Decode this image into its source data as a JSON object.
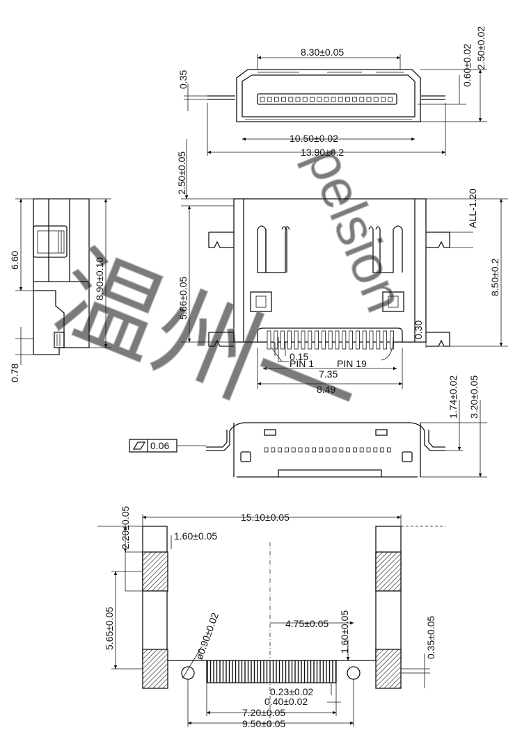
{
  "views": {
    "front": {
      "dims": {
        "width_830": "8.30±0.05",
        "height_250": "2.50±0.02",
        "opening_060": "0.60±0.02",
        "pin_035": "0.35",
        "inner_1050": "10.50±0.02",
        "overall_1390": "13.90±0.2"
      }
    },
    "top": {
      "dims": {
        "offset_250": "2.50±0.05",
        "all_120": "ALL-1.20",
        "body_566": "5.66±0.05",
        "depth_850": "8.50±0.2",
        "tail_030": "0.30",
        "pitch_015": "0.15",
        "span_735": "7.35",
        "span_849": "8.49"
      },
      "labels": {
        "pin1": "PIN 1",
        "pin19": "PIN 19"
      }
    },
    "side": {
      "dims": {
        "h_660": "6.60",
        "len_890": "8.90±0.10",
        "lead_078": "0.78"
      }
    },
    "bottom": {
      "dims": {
        "h_174": "1.74±0.02",
        "h_320": "3.20±0.05"
      },
      "flatness": {
        "symbol": "flatness-parallelogram",
        "value": "0.06"
      }
    },
    "footprint": {
      "dims": {
        "overall_1510": "15.10±0.05",
        "pad_220": "2.20±0.05",
        "pad_160": "1.60±0.05",
        "pitch_565": "5.65±0.05",
        "hole_090": "ø0.90±0.02",
        "center_475": "4.75±0.05",
        "pad_160v": "1.60±0.05",
        "gap_035": "0.35±0.05",
        "pin_023": "0.23±0.02",
        "pitch_040": "0.40±0.02",
        "span_720": "7.20±0.05",
        "span_950": "9.50±0.05"
      }
    }
  },
  "watermark": {
    "latin": "pelsion",
    "cjk": "温州一"
  }
}
